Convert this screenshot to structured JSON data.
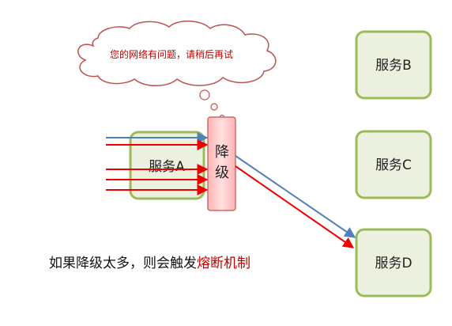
{
  "services": {
    "a": "服务A",
    "b": "服务B",
    "c": "服务C",
    "d": "服务D"
  },
  "degrade": {
    "line1": "降",
    "line2": "级"
  },
  "cloud": {
    "message": "您的网络有问题，请稍后再试"
  },
  "caption": {
    "text": "如果降级太多，则会触发",
    "highlight": "熔断机制"
  },
  "colors": {
    "box_border": "#9bbb59",
    "box_fill": "#ebf1de",
    "arrow_red": "#ee0000",
    "arrow_blue": "#4f81bd",
    "degrade_fill": "#ffcccc",
    "degrade_border": "#c0504d",
    "cloud_text": "#c00000"
  }
}
